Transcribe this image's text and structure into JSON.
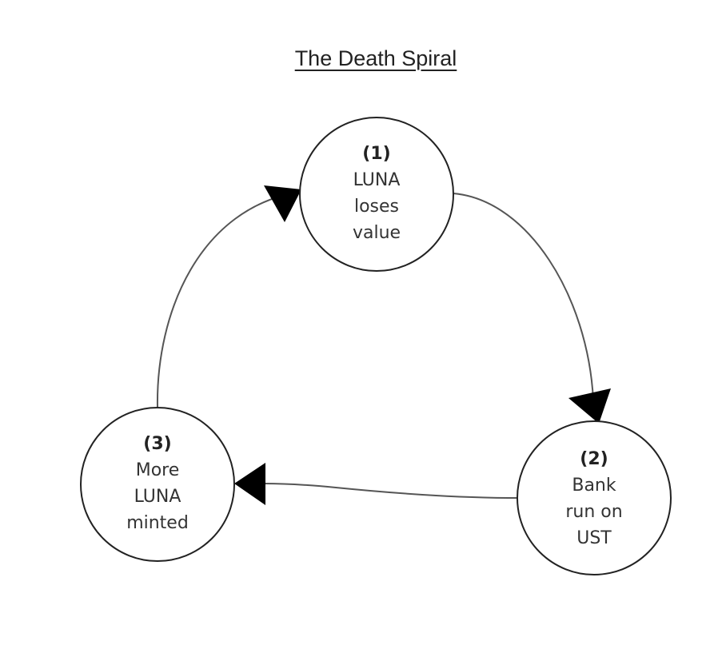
{
  "title": "The Death Spiral",
  "nodes": [
    {
      "id": 1,
      "number": "(1)",
      "lines": [
        "LUNA",
        "loses",
        "value"
      ]
    },
    {
      "id": 2,
      "number": "(2)",
      "lines": [
        "Bank",
        "run on",
        "UST"
      ]
    },
    {
      "id": 3,
      "number": "(3)",
      "lines": [
        "More",
        "LUNA",
        "minted"
      ]
    }
  ],
  "edges": [
    {
      "from": 1,
      "to": 2
    },
    {
      "from": 2,
      "to": 3
    },
    {
      "from": 3,
      "to": 1
    }
  ],
  "colors": {
    "stroke": "#222222",
    "edge": "#555555",
    "arrowhead": "#000000",
    "text": "#333333",
    "background": "#ffffff"
  }
}
